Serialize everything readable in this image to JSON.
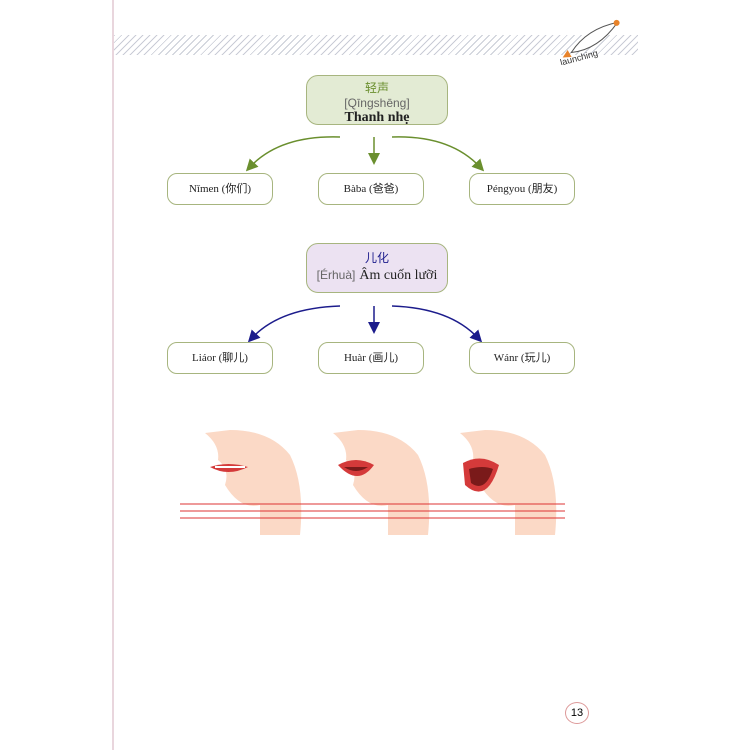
{
  "header": {
    "badge_text": "launching"
  },
  "light_tone": {
    "chinese": "轻声",
    "pinyin": "[Qīngshēng]",
    "vietnamese": "Thanh nhẹ",
    "examples": [
      "Nǐmen (你们)",
      "Bàba (爸爸)",
      "Péngyou (朋友)"
    ],
    "color": "#6a8f2e"
  },
  "erhua": {
    "chinese": "儿化",
    "pinyin": "[Érhuà]",
    "vietnamese": "Âm cuốn lưỡi",
    "examples": [
      "Liáor (聊儿)",
      "Huàr (画儿)",
      "Wánr (玩儿)"
    ],
    "color": "#1c1c8c"
  },
  "page_number": "13"
}
